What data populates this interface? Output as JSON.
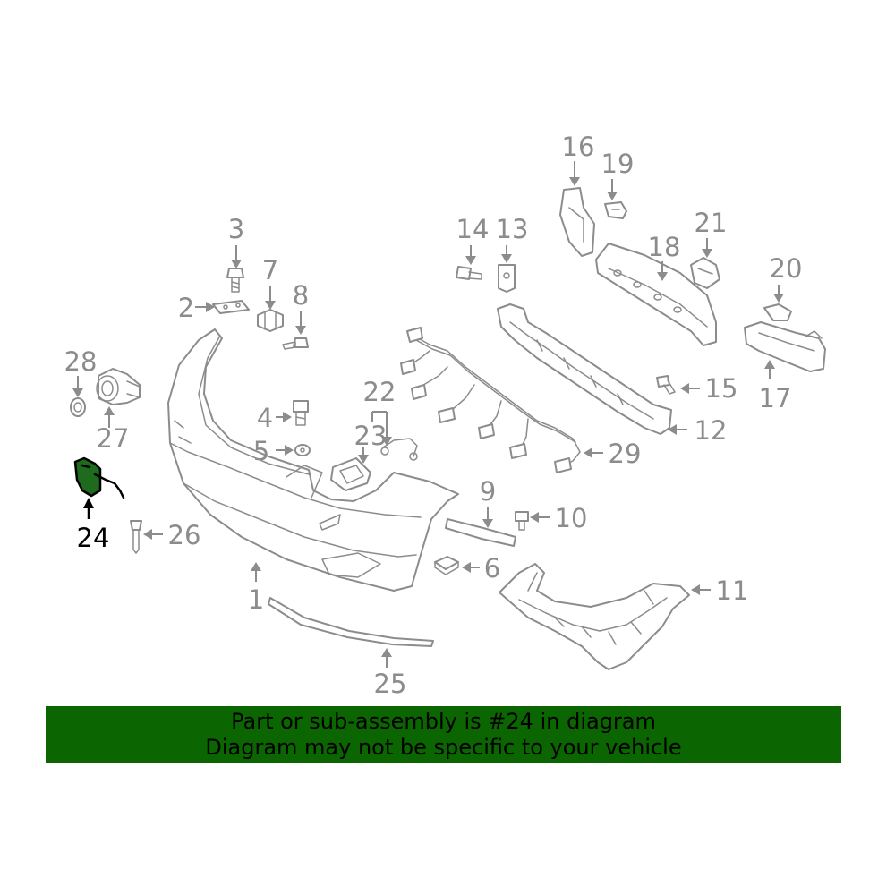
{
  "diagram": {
    "highlight_color": "#0b6500",
    "highlighted_callout": "24",
    "callouts": {
      "c1": "1",
      "c2": "2",
      "c3": "3",
      "c4": "4",
      "c5": "5",
      "c6": "6",
      "c7": "7",
      "c8": "8",
      "c9": "9",
      "c10": "10",
      "c11": "11",
      "c12": "12",
      "c13": "13",
      "c14": "14",
      "c15": "15",
      "c16": "16",
      "c17": "17",
      "c18": "18",
      "c19": "19",
      "c20": "20",
      "c21": "21",
      "c22": "22",
      "c23": "23",
      "c24": "24",
      "c25": "25",
      "c26": "26",
      "c27": "27",
      "c28": "28",
      "c29": "29"
    }
  },
  "banner": {
    "line1": "Part or sub-assembly is #24 in diagram",
    "line2": "Diagram may not be specific to your vehicle"
  }
}
